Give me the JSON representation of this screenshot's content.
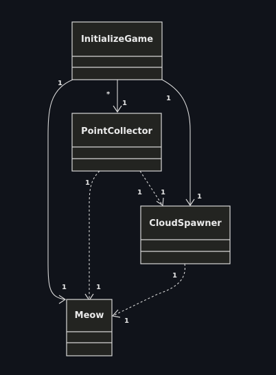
{
  "classes": {
    "initialize_game": "InitializeGame",
    "point_collector": "PointCollector",
    "cloud_spawner": "CloudSpawner",
    "meow": "Meow"
  },
  "multiplicities": {
    "ig_pc_source": "*",
    "ig_pc_target": "1",
    "ig_meow_source": "1",
    "ig_meow_target": "1",
    "ig_cs_source": "1",
    "ig_cs_target": "1",
    "pc_meow_source": "1",
    "pc_meow_target": "1",
    "pc_cs_source": "1",
    "pc_cs_target": "1",
    "cs_meow_source": "1",
    "cs_meow_target": "1"
  },
  "colors": {
    "background": "#10131a",
    "box_fill": "#232421",
    "line": "#d8d8d8",
    "text": "#eaeaea"
  }
}
